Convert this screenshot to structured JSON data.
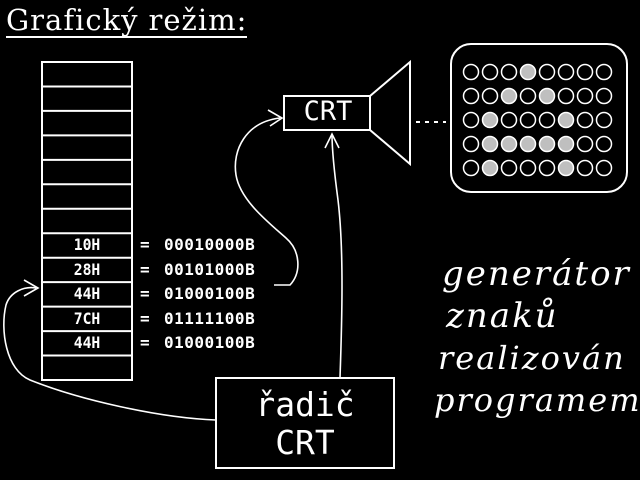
{
  "title": {
    "word1": "Grafický",
    "word2": "režim:"
  },
  "memory": {
    "rows": [
      {
        "hex": "",
        "bin": ""
      },
      {
        "hex": "",
        "bin": ""
      },
      {
        "hex": "",
        "bin": ""
      },
      {
        "hex": "",
        "bin": ""
      },
      {
        "hex": "",
        "bin": ""
      },
      {
        "hex": "",
        "bin": ""
      },
      {
        "hex": "",
        "bin": ""
      },
      {
        "hex": "10H",
        "bin": "00010000B"
      },
      {
        "hex": "28H",
        "bin": "00101000B"
      },
      {
        "hex": "44H",
        "bin": "01000100B"
      },
      {
        "hex": "7CH",
        "bin": "01111100B"
      },
      {
        "hex": "44H",
        "bin": "01000100B"
      },
      {
        "hex": "",
        "bin": ""
      }
    ],
    "equals": "="
  },
  "crt": {
    "label": "CRT"
  },
  "controller": {
    "line1": "řadič",
    "line2": "CRT"
  },
  "generator": {
    "line1": "generátor",
    "line2": "znaků",
    "line3": "realizován",
    "line4": "programem"
  },
  "dot_matrix": {
    "rows": [
      [
        0,
        0,
        0,
        1,
        0,
        0,
        0,
        0
      ],
      [
        0,
        0,
        1,
        0,
        1,
        0,
        0,
        0
      ],
      [
        0,
        1,
        0,
        0,
        0,
        1,
        0,
        0
      ],
      [
        0,
        1,
        1,
        1,
        1,
        1,
        0,
        0
      ],
      [
        0,
        1,
        0,
        0,
        0,
        1,
        0,
        0
      ]
    ]
  },
  "colors": {
    "background": "#000000",
    "foreground": "#ffffff"
  }
}
